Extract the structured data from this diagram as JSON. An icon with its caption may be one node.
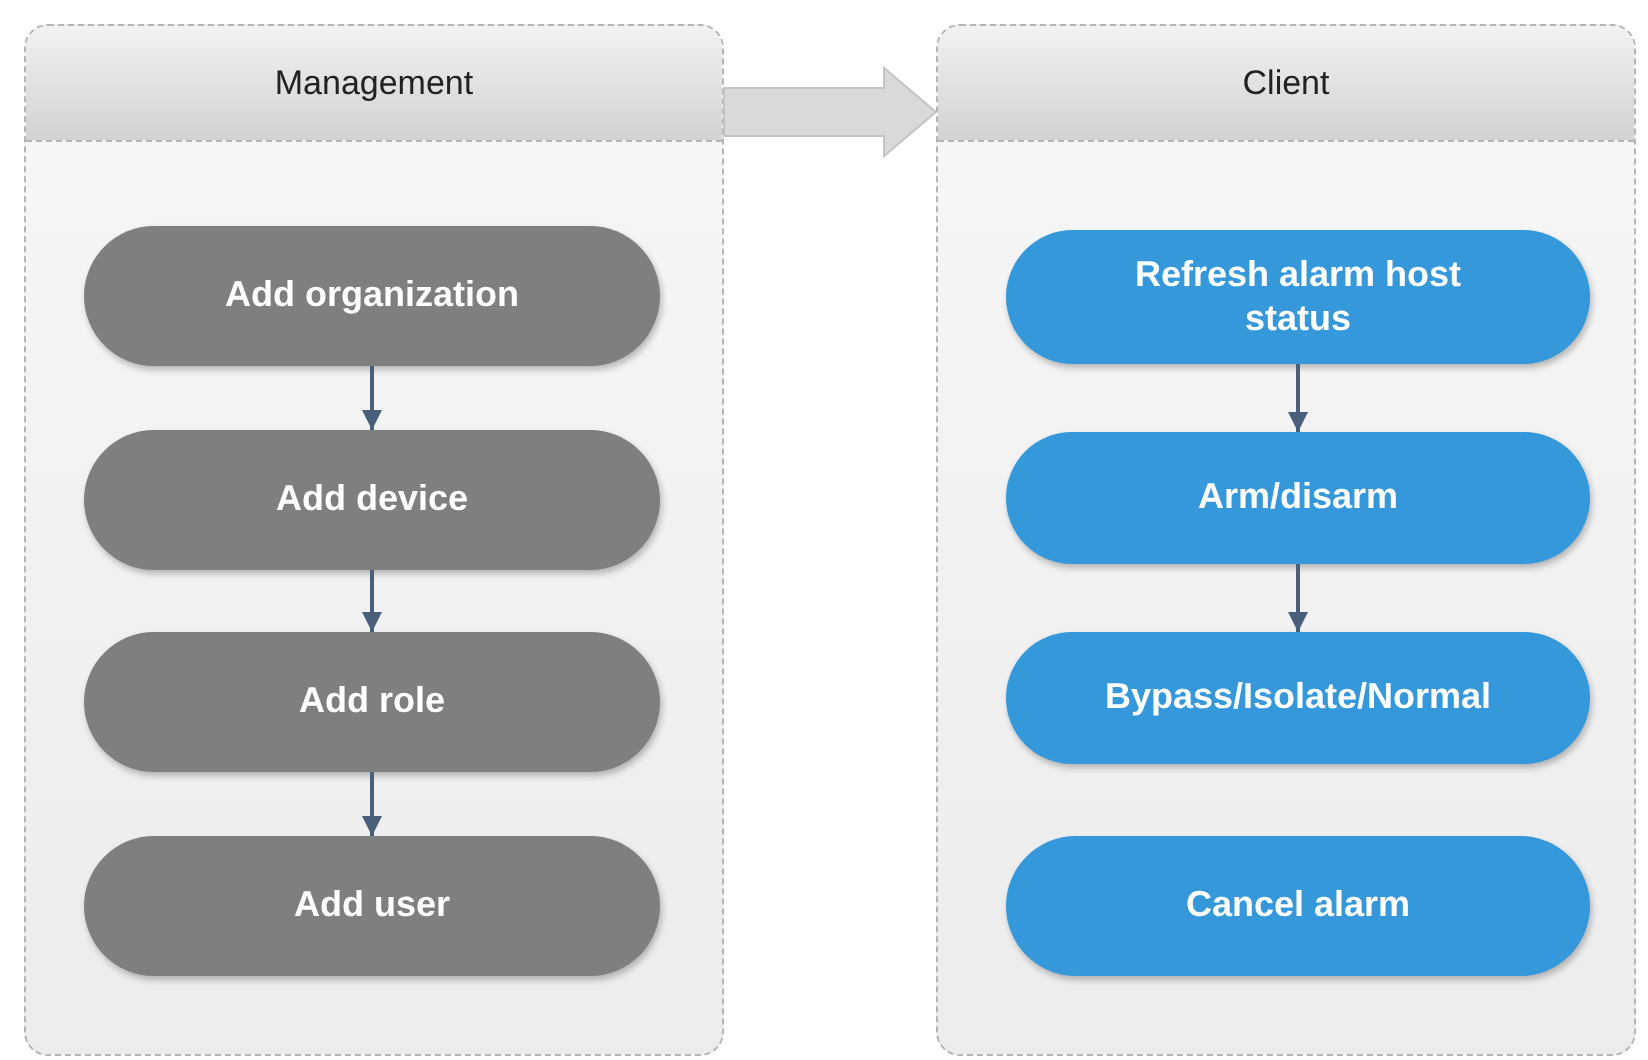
{
  "diagram": {
    "nodes": [
      {
        "text": [
          "Management"
        ]
      },
      {
        "text": [
          "Add organization"
        ],
        "in": 0
      },
      {
        "text": [
          "Add device"
        ],
        "in": 0
      },
      {
        "text": [
          "Add role"
        ],
        "in": 0
      },
      {
        "text": [
          "Add user"
        ],
        "in": 0
      },
      {
        "text": [
          "Client"
        ]
      },
      {
        "text": [
          "Refresh alarm host status"
        ],
        "in": 5
      },
      {
        "text": [
          "Arm/disarm"
        ],
        "in": 5
      },
      {
        "text": [
          "Bypass/Isolate/Normal"
        ],
        "in": 5
      },
      {
        "text": [
          "Cancel alarm"
        ],
        "in": 5
      }
    ],
    "edges": [
      {
        "from": 0,
        "to": 5,
        "arrow": "to",
        "style": "thick",
        "color": "#d9d9d9"
      },
      {
        "from": 1,
        "to": 2,
        "arrow": "to"
      },
      {
        "from": 2,
        "to": 3,
        "arrow": "to"
      },
      {
        "from": 3,
        "to": 4,
        "arrow": "to"
      },
      {
        "from": 6,
        "to": 7,
        "arrow": "to"
      },
      {
        "from": 7,
        "to": 8,
        "arrow": "to"
      }
    ]
  }
}
